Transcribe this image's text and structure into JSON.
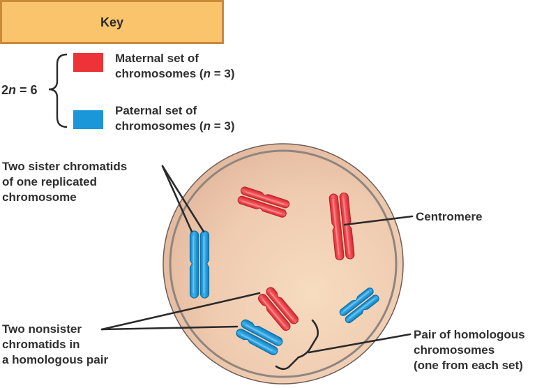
{
  "key": {
    "title": "Key",
    "diploid_label": "2n = 6",
    "diploid_prefix": "2",
    "diploid_var": "n",
    "diploid_suffix": " = 6",
    "entries": [
      {
        "name": "maternal",
        "color": "#ee3338",
        "line1": "Maternal set of",
        "line2_prefix": "chromosomes (",
        "line2_var": "n",
        "line2_suffix": " = 3)"
      },
      {
        "name": "paternal",
        "color": "#1a97d8",
        "line1": "Paternal set of",
        "line2_prefix": "chromosomes (",
        "line2_var": "n",
        "line2_suffix": " = 3)"
      }
    ]
  },
  "labels": {
    "sister_chromatids": [
      "Two sister chromatids",
      "of one replicated",
      "chromosome"
    ],
    "centromere": [
      "Centromere"
    ],
    "nonsister_chromatids": [
      "Two nonsister",
      "chromatids in",
      "a homologous pair"
    ],
    "homologous_pair": [
      "Pair of homologous",
      "chromosomes",
      "(one from each set)"
    ]
  },
  "colors": {
    "maternal": "#ee3338",
    "maternal_dark": "#b8262a",
    "paternal": "#1a97d8",
    "paternal_dark": "#0f6fa6",
    "cell_fill": "#efc9ad",
    "cell_edge": "#8b7d78",
    "key_fill": "#f9c46b",
    "key_border": "#c98a3a",
    "leader_line": "#2a2a2a"
  },
  "chromosomes": [
    {
      "set": "maternal",
      "description": "top-left tilted maternal chromosome"
    },
    {
      "set": "maternal",
      "description": "upright maternal chromosome with centromere label"
    },
    {
      "set": "paternal",
      "description": "upright paternal chromosome with sister chromatids label"
    },
    {
      "set": "maternal",
      "description": "maternal homolog in homologous pair"
    },
    {
      "set": "paternal",
      "description": "paternal homolog in homologous pair"
    },
    {
      "set": "paternal",
      "description": "right tilted paternal chromosome"
    }
  ]
}
